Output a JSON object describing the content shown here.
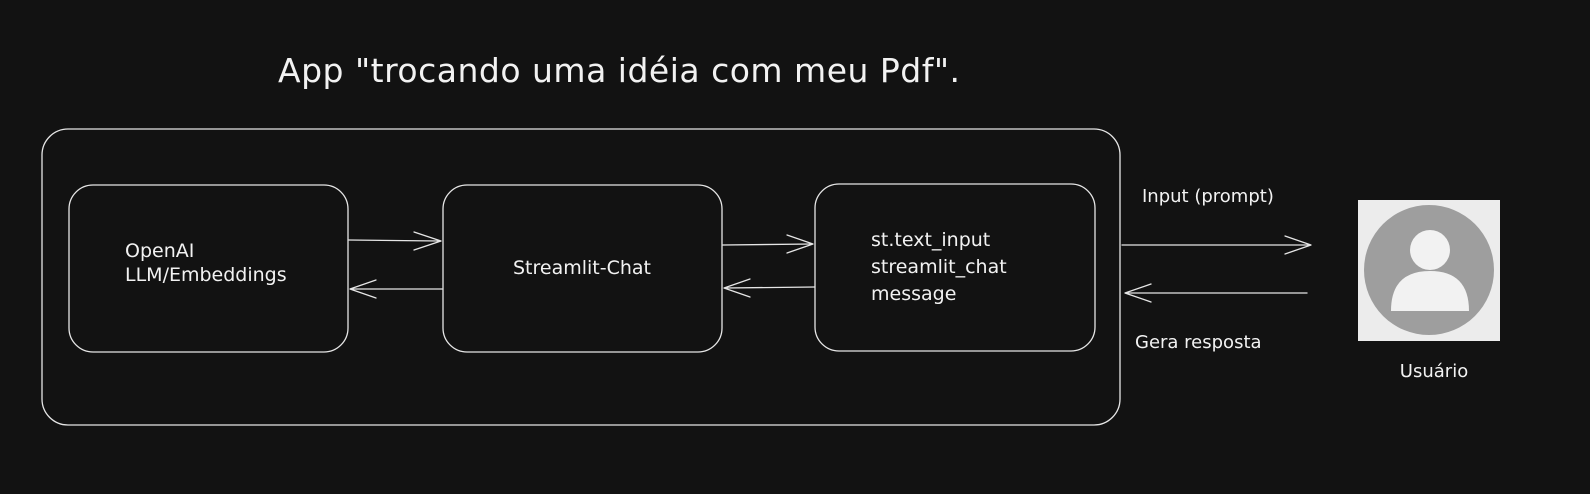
{
  "title": "App \"trocando uma idéia com meu Pdf\".",
  "boxes": {
    "openai": {
      "lines": [
        "OpenAI",
        "LLM/Embeddings"
      ]
    },
    "streamlit_chat": {
      "label": "Streamlit-Chat"
    },
    "components": {
      "lines": [
        "st.text_input",
        "streamlit_chat",
        "message"
      ]
    }
  },
  "arrows": {
    "input_label": "Input (prompt)",
    "response_label": "Gera resposta"
  },
  "user": {
    "label": "Usuário",
    "icon": "user-avatar-icon"
  },
  "colors": {
    "background": "#121212",
    "stroke": "#e6e6e6",
    "text": "#f2f2f2",
    "avatar_bg": "#ececec",
    "avatar_circle": "#9e9e9e"
  }
}
